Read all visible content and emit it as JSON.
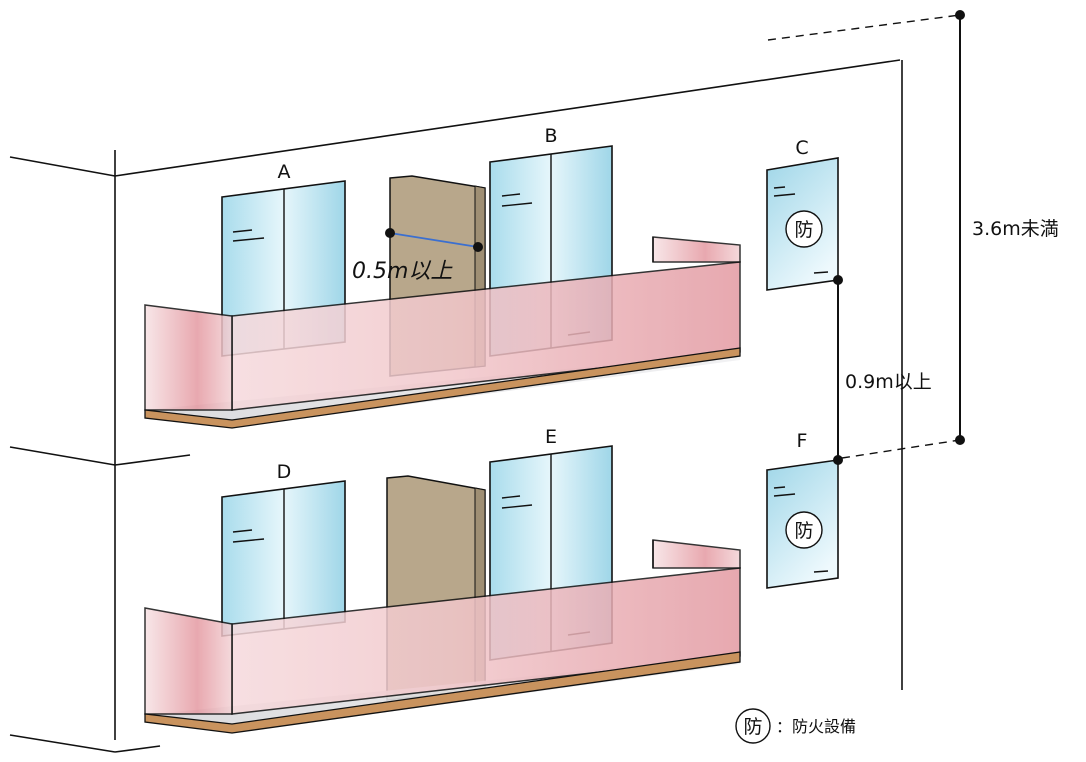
{
  "windows": [
    {
      "id": "A",
      "label": "A"
    },
    {
      "id": "B",
      "label": "B"
    },
    {
      "id": "C",
      "label": "C"
    },
    {
      "id": "D",
      "label": "D"
    },
    {
      "id": "E",
      "label": "E"
    },
    {
      "id": "F",
      "label": "F"
    }
  ],
  "dimensions": {
    "partition_width": "0.5m以上",
    "vertical_gap": "0.9m以上",
    "floor_height": "3.6m未満"
  },
  "fire_mark": "防",
  "legend": {
    "mark": "防",
    "text": "：防火設備"
  },
  "colors": {
    "glass": "#bfe4f0",
    "railing": "#e7a7ad",
    "slab": "#c9935e",
    "partition": "#b7a68b",
    "dimension_line": "#3b6fd0"
  }
}
